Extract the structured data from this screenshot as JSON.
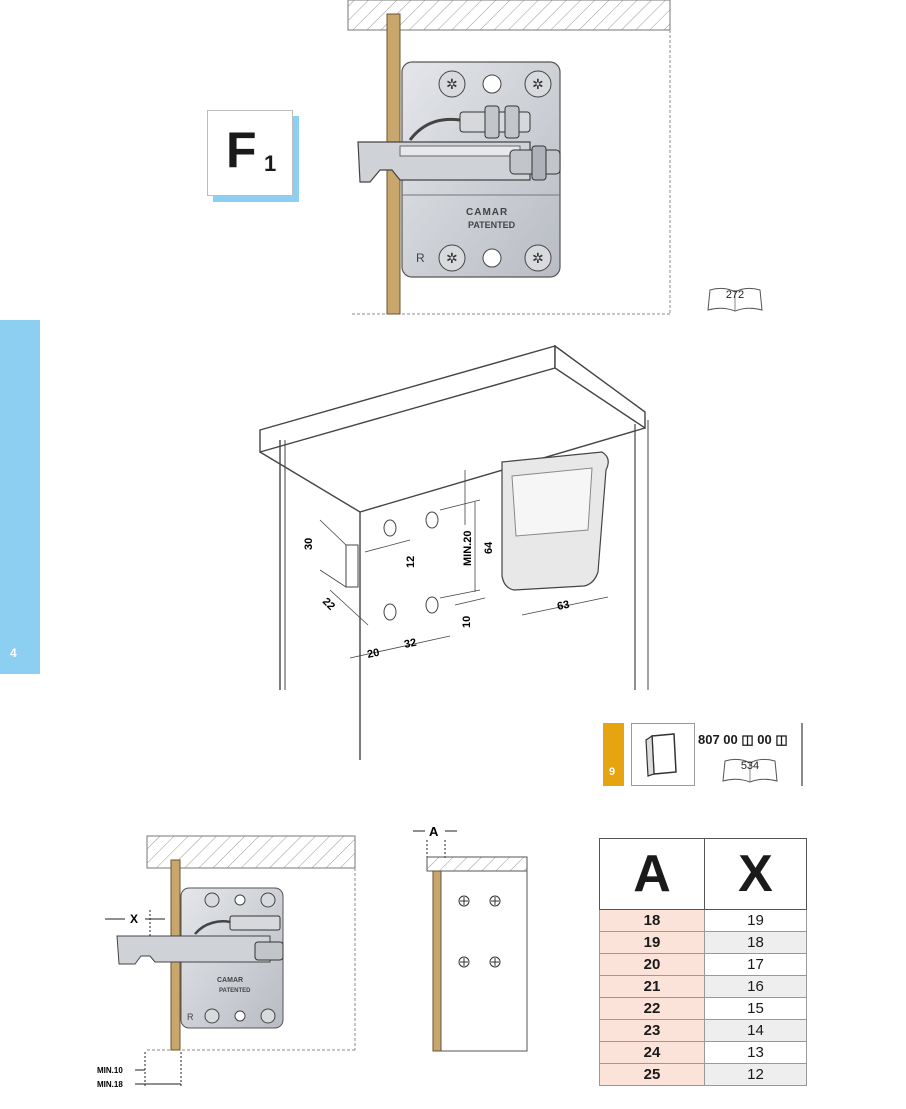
{
  "side_tab": {
    "number": "4"
  },
  "f_badge": {
    "letter": "F",
    "subscript": "1"
  },
  "top_drawing": {
    "brand": "CAMAR",
    "stamp": "PATENTED",
    "side_letter": "R",
    "page_ref": "272"
  },
  "iso_drawing": {
    "dims": [
      "30",
      "12",
      "MIN.20",
      "64",
      "22",
      "10",
      "20",
      "32",
      "63"
    ]
  },
  "product_code": {
    "index": "9",
    "code": "807 00 ◫ 00 ◫",
    "page_ref": "534"
  },
  "bottom_left_drawing": {
    "brand": "CAMAR",
    "stamp": "PATENTED",
    "side_letter": "R",
    "x_label": "X",
    "min10": "MIN.10",
    "min18": "MIN.18"
  },
  "bottom_mid_drawing": {
    "a_label": "A"
  },
  "table": {
    "headers": [
      "A",
      "X"
    ],
    "rows": [
      [
        "18",
        "19"
      ],
      [
        "19",
        "18"
      ],
      [
        "20",
        "17"
      ],
      [
        "21",
        "16"
      ],
      [
        "22",
        "15"
      ],
      [
        "23",
        "14"
      ],
      [
        "24",
        "13"
      ],
      [
        "25",
        "12"
      ]
    ]
  }
}
